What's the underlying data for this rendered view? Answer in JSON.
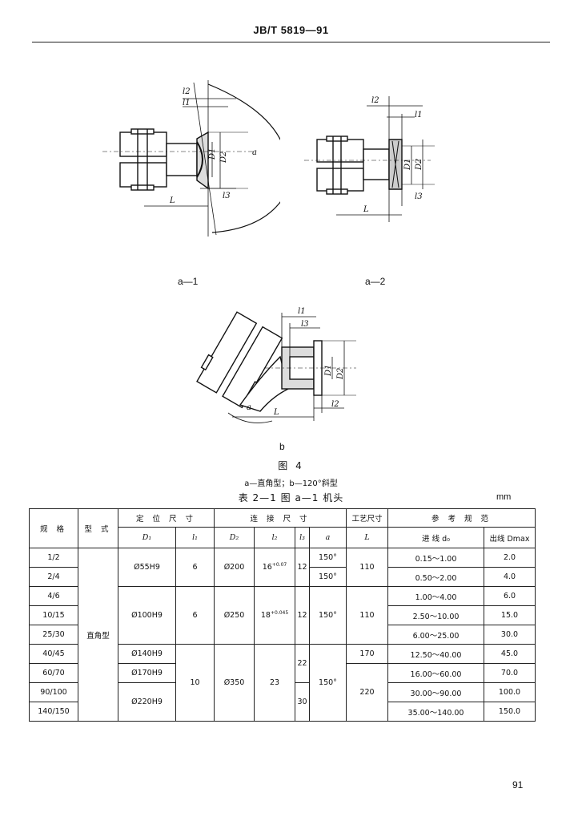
{
  "header": {
    "standard_code": "JB/T 5819—91"
  },
  "figures": {
    "a1": {
      "label": "a—1",
      "dims": {
        "l2": "l2",
        "l1": "l1",
        "D1": "D1",
        "D2": "D2",
        "a": "a",
        "l3": "l3",
        "L": "L"
      }
    },
    "a2": {
      "label": "a—2",
      "dims": {
        "l2": "l2",
        "l1": "l1",
        "D1": "D1",
        "D2": "D2",
        "l3": "l3",
        "L": "L"
      }
    },
    "b": {
      "label": "b",
      "dims": {
        "l1": "l1",
        "l3": "l3",
        "D1": "D1",
        "D2": "D2",
        "a": "a",
        "l2": "l2",
        "L": "L"
      }
    },
    "title": "图 4",
    "caption": "a—直角型；b—120°斜型"
  },
  "table": {
    "title": "表 2—1 图 a—1 机头",
    "unit": "mm",
    "headers": {
      "spec": "规 格",
      "type": "型 式",
      "positioning": "定 位 尺 寸",
      "connecting": "连 接 尺 寸",
      "process": "工艺尺寸",
      "reference": "参 考 规 范",
      "D1": "D₁",
      "l1": "l₁",
      "D2": "D₂",
      "l2": "l₂",
      "l3": "l₃",
      "a": "a",
      "L": "L",
      "feed": "进 线 d₀",
      "out": "出线 Dmax"
    },
    "type_value": "直角型",
    "specs": [
      "1/2",
      "2/4",
      "4/6",
      "10/15",
      "25/30",
      "40/45",
      "60/70",
      "90/100",
      "140/150"
    ],
    "D1": [
      "Ø55H9",
      "Ø100H9",
      "Ø140H9",
      "Ø170H9",
      "Ø220H9"
    ],
    "l1": [
      "6",
      "6",
      "10"
    ],
    "D2": [
      "Ø200",
      "Ø250",
      "Ø350"
    ],
    "l2": [
      {
        "base": "16",
        "tol": "+0.07"
      },
      {
        "base": "18",
        "tol": "+0.045"
      },
      {
        "base": "23",
        "tol": ""
      }
    ],
    "l3": [
      "12",
      "12",
      "22",
      "30"
    ],
    "a": [
      "150°",
      "150°",
      "150°",
      "150°"
    ],
    "L": [
      "110",
      "110",
      "170",
      "220"
    ],
    "feed": [
      "0.15～1.00",
      "0.50～2.00",
      "1.00～4.00",
      "2.50～10.00",
      "6.00～25.00",
      "12.50～40.00",
      "16.00～60.00",
      "30.00～90.00",
      "35.00～140.00"
    ],
    "out": [
      "2.0",
      "4.0",
      "6.0",
      "15.0",
      "30.0",
      "45.0",
      "70.0",
      "100.0",
      "150.0"
    ]
  },
  "footer": {
    "page_number": "91"
  }
}
